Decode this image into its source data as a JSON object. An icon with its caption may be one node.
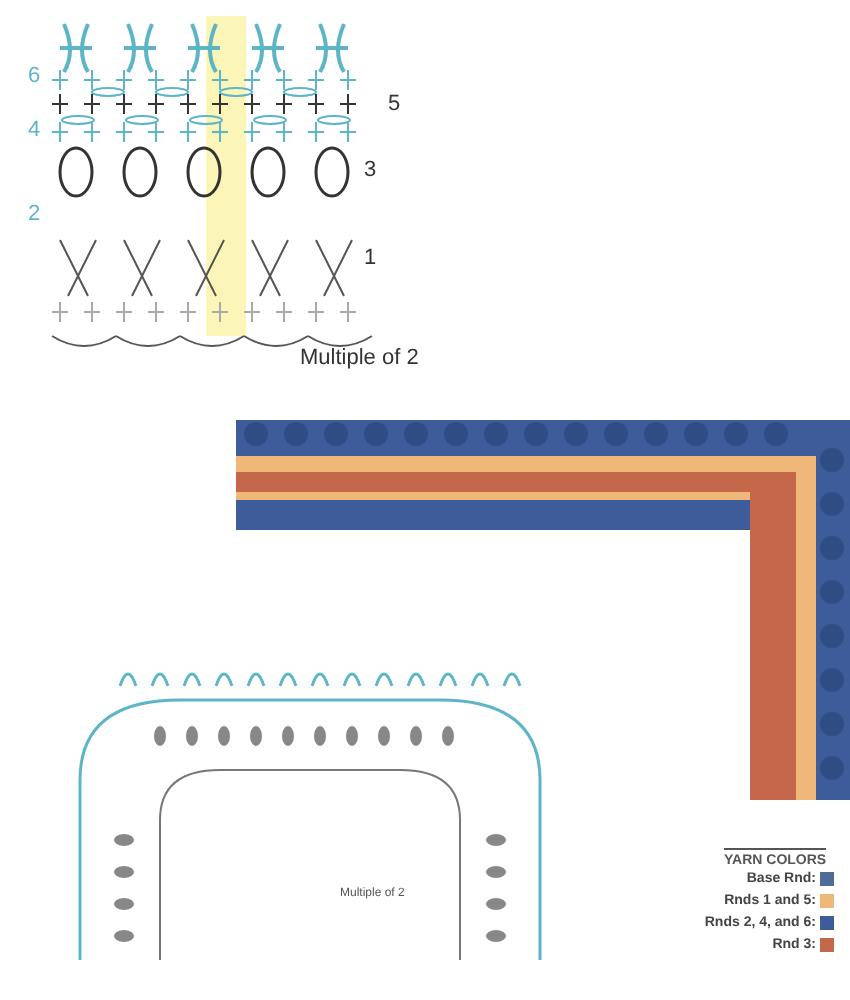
{
  "diagram": {
    "labels": [
      "6",
      "5",
      "4",
      "3",
      "2",
      "1",
      "Multiple of 2",
      "Multiple of 2",
      "YARN COLORS"
    ],
    "legend": [
      {
        "text": "Base Rnd:",
        "color": "#4f6b96"
      },
      {
        "text": "Rnds 1 and 5:",
        "color": "#f0b878"
      },
      {
        "text": "Rnds 2, 4, and 6:",
        "color": "#3d5c99"
      },
      {
        "text": "Rnd 3:",
        "color": "#c4674a"
      }
    ]
  }
}
